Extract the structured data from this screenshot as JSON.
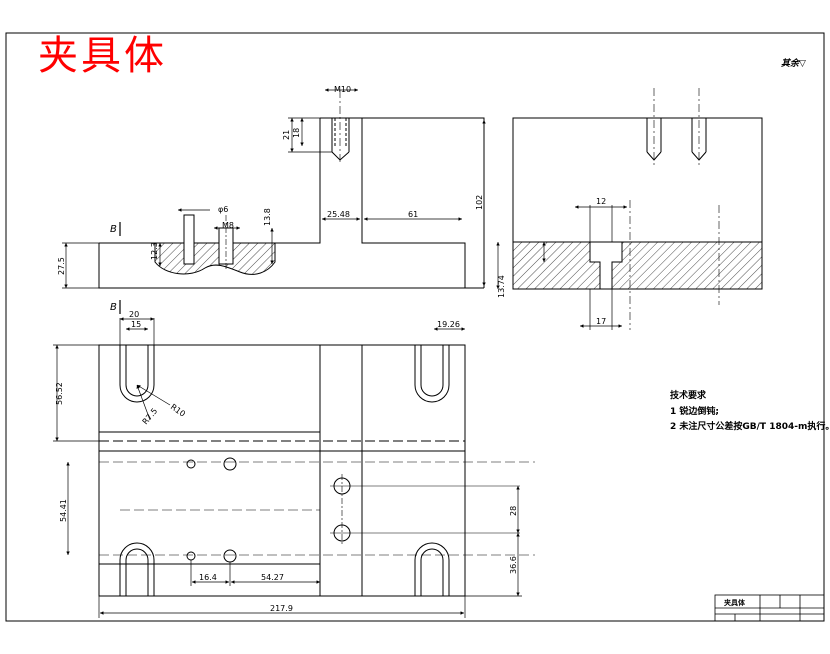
{
  "title": "夹具体",
  "corner_note": "其余▽",
  "section_label": "B",
  "technical_requirements": {
    "title": "技术要求",
    "items": [
      "1 锐边倒钝;",
      "2 未注尺寸公差按GB/T 1804-m执行。"
    ]
  },
  "title_block": {
    "part_name": "夹具体"
  },
  "dimensions": {
    "m10": "M10",
    "d21": "21",
    "d18": "18",
    "phi6": "φ6",
    "m8": "M8",
    "d13_8": "13.8",
    "d25_48": "25.48",
    "d61": "61",
    "d102": "102",
    "d12_3": "12.3",
    "d27_5": "27.5",
    "d12": "12",
    "d17": "17",
    "d13_74": "13.74",
    "d20": "20",
    "d15": "15",
    "d19_26": "19.26",
    "d56_52": "56.52",
    "r10": "R10",
    "r7_5": "R7.5",
    "d54_41": "54.41",
    "d28": "28",
    "d36_6": "36.6",
    "d16_4": "16.4",
    "d54_27": "54.27",
    "d217_9": "217.9"
  }
}
